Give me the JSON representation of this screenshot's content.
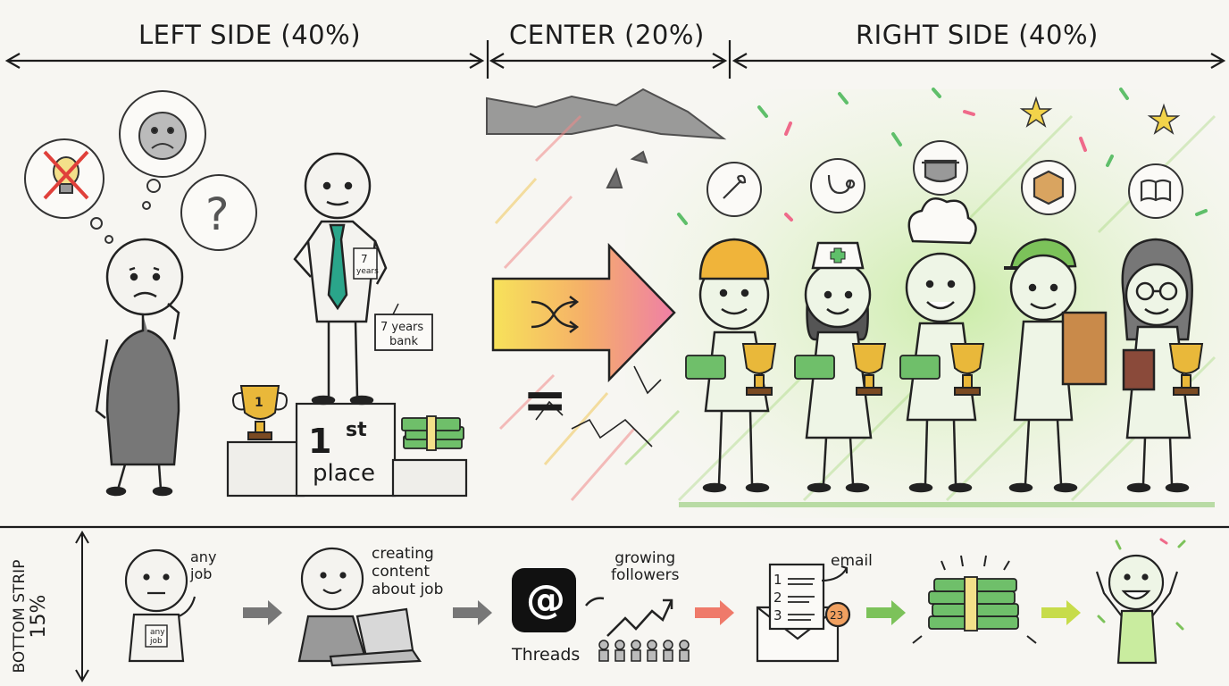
{
  "header": {
    "left": "LEFT SIDE (40%)",
    "center": "CENTER (20%)",
    "right": "RIGHT SIDE (40%)"
  },
  "left_scene": {
    "banker_badge": [
      "7",
      "years"
    ],
    "banker_sign": [
      "7 years",
      "bank"
    ],
    "trophy_number": "1",
    "podium": {
      "rank": "1",
      "suffix": "st",
      "word": "place"
    }
  },
  "center": {
    "equals": "="
  },
  "right_scene": {
    "professions": [
      "wrench-icon",
      "stethoscope-icon",
      "pot-icon",
      "box-icon",
      "book-icon"
    ]
  },
  "bottom_strip": {
    "label_line1": "BOTTOM STRIP",
    "label_line2": "15%",
    "step1": {
      "note": [
        "any",
        "job"
      ],
      "badge": [
        "any",
        "job"
      ]
    },
    "step2": {
      "note": [
        "creating",
        "content",
        "about job"
      ]
    },
    "step3": {
      "app": "Threads",
      "note": [
        "growing",
        "followers"
      ]
    },
    "step4": {
      "list": [
        "1",
        "2",
        "3"
      ],
      "note": "email",
      "badge": "23"
    }
  },
  "colors": {
    "ink": "#1c1c1c",
    "success_green": "#8fd06a",
    "trophy_gold": "#e9b83a",
    "money_green": "#5fae5a",
    "arrow_gradient": [
      "#f6e15a",
      "#f08aa0"
    ]
  }
}
